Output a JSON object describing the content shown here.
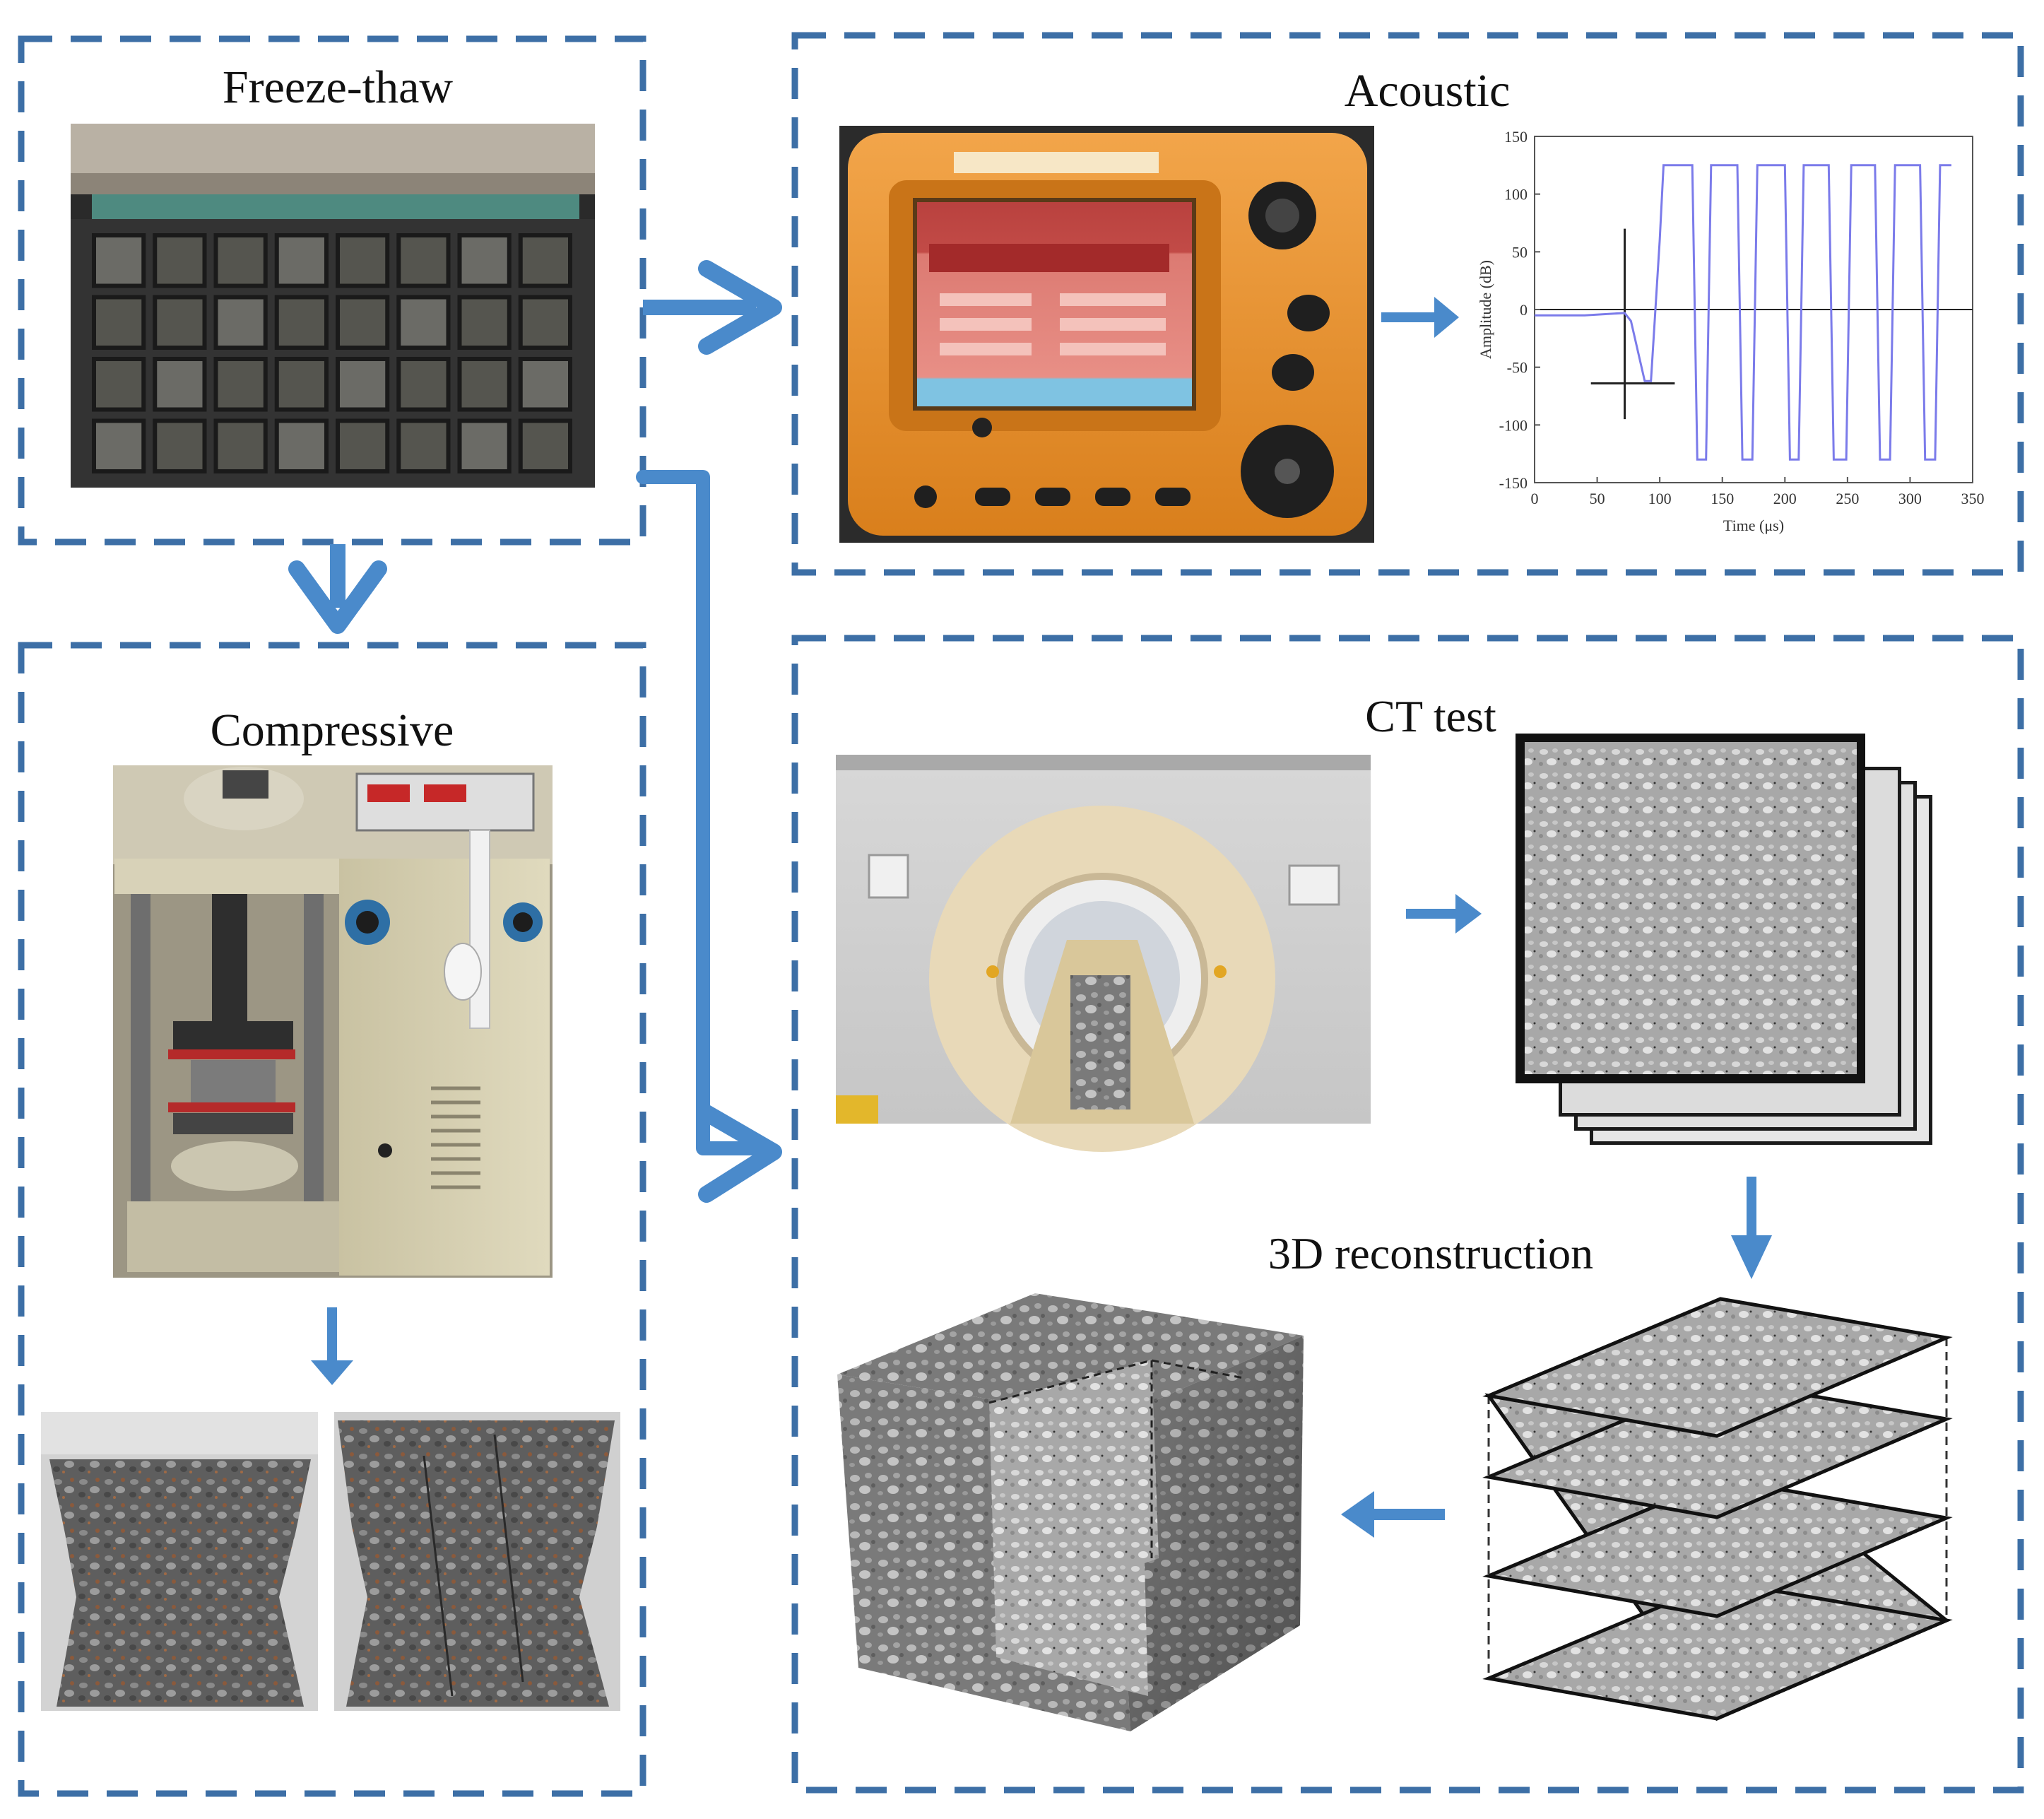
{
  "panels": {
    "freeze_thaw": {
      "title": "Freeze-thaw"
    },
    "acoustic": {
      "title": "Acoustic"
    },
    "compressive": {
      "title": "Compressive"
    },
    "ct": {
      "title": "CT test",
      "subtitle": "3D reconstruction"
    }
  },
  "colors": {
    "frame": "#3d6fa6",
    "arrow": "#4a8acb",
    "signal": "#7b7bea"
  },
  "chart_data": {
    "type": "line",
    "title": "",
    "xlabel": "Time (μs)",
    "ylabel": "Amplitude (dB)",
    "xlim": [
      0,
      350
    ],
    "ylim": [
      -150,
      150
    ],
    "x_ticks": [
      "0",
      "50",
      "100",
      "150",
      "200",
      "250",
      "300",
      "350"
    ],
    "y_ticks": [
      "150",
      "100",
      "50",
      "0",
      "-50",
      "-100",
      "-150"
    ],
    "series": [
      {
        "x": [
          0,
          40,
          72,
          77,
          88,
          93,
          100,
          103,
          126,
          130,
          137,
          141,
          162,
          166,
          174,
          178,
          200,
          204,
          211,
          215,
          235,
          239,
          249,
          253,
          272,
          276,
          284,
          288,
          308,
          312,
          320,
          324,
          333
        ],
        "y": [
          -5,
          -5,
          -3,
          -10,
          -62,
          -62,
          60,
          125,
          125,
          -130,
          -130,
          125,
          125,
          -130,
          -130,
          125,
          125,
          -130,
          -130,
          125,
          125,
          -130,
          -130,
          125,
          125,
          -130,
          -130,
          125,
          125,
          -130,
          -130,
          125,
          125
        ]
      }
    ]
  }
}
